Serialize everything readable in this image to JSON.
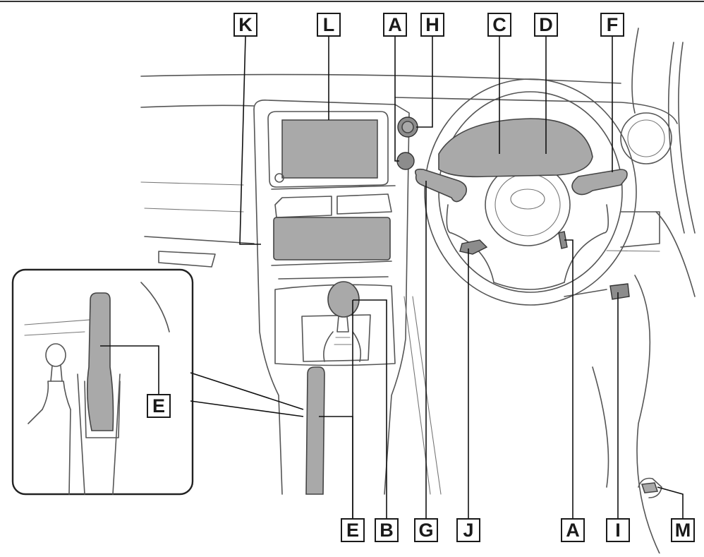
{
  "colors": {
    "line": "#555555",
    "highlight_fill": "#a9a9a9",
    "label_border": "#1a1a1a",
    "background": "#ffffff"
  },
  "labels": {
    "top": [
      "K",
      "L",
      "A",
      "H",
      "C",
      "D",
      "F"
    ],
    "bottom": [
      "E",
      "B",
      "G",
      "J",
      "A",
      "I",
      "M"
    ],
    "inset": "E"
  }
}
